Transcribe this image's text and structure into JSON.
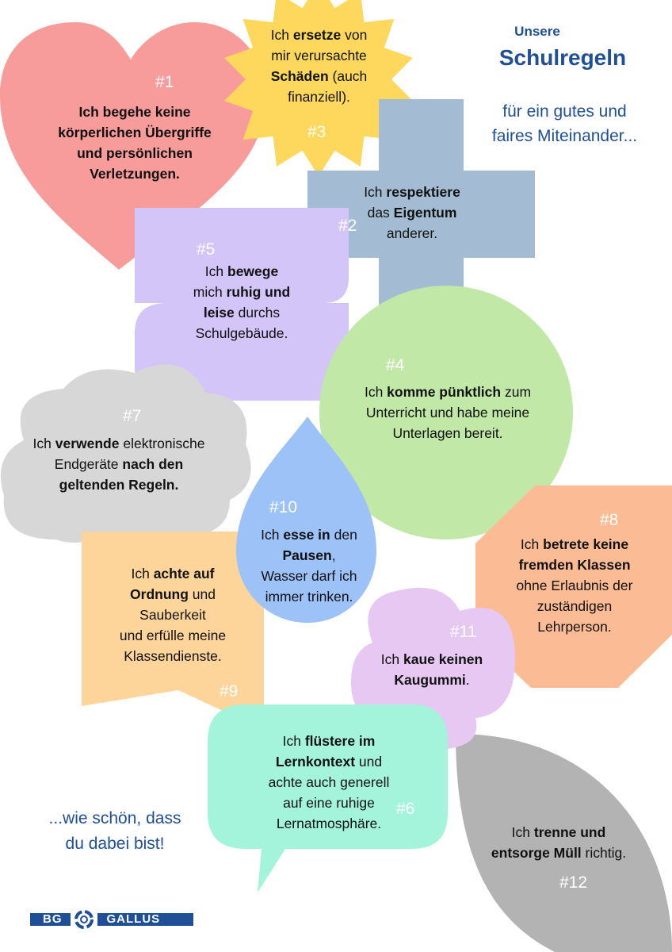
{
  "header": {
    "title_small": "Unsere",
    "title_big": "Schulregeln",
    "subtitle_lines": [
      "für ein gutes und",
      "faires Miteinander..."
    ]
  },
  "footer": {
    "lines": [
      "...wie schön, dass",
      "du dabei bist!"
    ],
    "logo_left": "BG",
    "logo_right": "GALLUS"
  },
  "colors": {
    "brand_blue": "#1f4f96"
  },
  "rules": [
    {
      "id": "1",
      "number": "#1",
      "shape": "heart",
      "color": "#f79b9b",
      "lines": [
        [
          {
            "t": "Ich begehe keine",
            "b": true
          }
        ],
        [
          {
            "t": "körperlichen Übergriffe",
            "b": true
          }
        ],
        [
          {
            "t": "und persönlichen",
            "b": true
          }
        ],
        [
          {
            "t": "Verletzungen.",
            "b": true
          }
        ]
      ]
    },
    {
      "id": "2",
      "number": "#2",
      "shape": "cross",
      "color": "#a3bcd3",
      "lines": [
        [
          {
            "t": "Ich ",
            "b": false
          },
          {
            "t": "respektiere",
            "b": true
          }
        ],
        [
          {
            "t": "das ",
            "b": false
          },
          {
            "t": "Eigentum",
            "b": true
          }
        ],
        [
          {
            "t": "anderer.",
            "b": false
          }
        ]
      ]
    },
    {
      "id": "3",
      "number": "#3",
      "shape": "sun",
      "color": "#fdd85d",
      "lines": [
        [
          {
            "t": "Ich ",
            "b": false
          },
          {
            "t": "ersetze",
            "b": true
          },
          {
            "t": " von",
            "b": false
          }
        ],
        [
          {
            "t": "mir verursachte",
            "b": false
          }
        ],
        [
          {
            "t": "Schäden",
            "b": true
          },
          {
            "t": " (auch",
            "b": false
          }
        ],
        [
          {
            "t": "finanziell).",
            "b": false
          }
        ]
      ]
    },
    {
      "id": "4",
      "number": "#4",
      "shape": "circle",
      "color": "#c1e8a6",
      "lines": [
        [
          {
            "t": "Ich ",
            "b": false
          },
          {
            "t": "komme pünktlich",
            "b": true
          },
          {
            "t": " zum",
            "b": false
          }
        ],
        [
          {
            "t": "Unterricht und habe meine",
            "b": false
          }
        ],
        [
          {
            "t": "Unterlagen bereit.",
            "b": false
          }
        ]
      ]
    },
    {
      "id": "5",
      "number": "#5",
      "shape": "blocks",
      "color": "#d4c5f9",
      "lines": [
        [
          {
            "t": "Ich ",
            "b": false
          },
          {
            "t": "bewege",
            "b": true
          }
        ],
        [
          {
            "t": "mich ",
            "b": false
          },
          {
            "t": "ruhig und",
            "b": true
          }
        ],
        [
          {
            "t": "leise",
            "b": true
          },
          {
            "t": " durchs",
            "b": false
          }
        ],
        [
          {
            "t": "Schulgebäude.",
            "b": false
          }
        ]
      ]
    },
    {
      "id": "6",
      "number": "#6",
      "shape": "speech-bubble",
      "color": "#a3f4da",
      "lines": [
        [
          {
            "t": "Ich ",
            "b": false
          },
          {
            "t": "flüstere im",
            "b": true
          }
        ],
        [
          {
            "t": "Lernkontext",
            "b": true
          },
          {
            "t": " und",
            "b": false
          }
        ],
        [
          {
            "t": "achte auch generell",
            "b": false
          }
        ],
        [
          {
            "t": "auf eine ruhige",
            "b": false
          }
        ],
        [
          {
            "t": "Lernatmosphäre.",
            "b": false
          }
        ]
      ]
    },
    {
      "id": "7",
      "number": "#7",
      "shape": "cloud",
      "color": "#d7d7d7",
      "lines": [
        [
          {
            "t": "Ich ",
            "b": false
          },
          {
            "t": "verwende",
            "b": true
          },
          {
            "t": " elektronische",
            "b": false
          }
        ],
        [
          {
            "t": "Endgeräte ",
            "b": false
          },
          {
            "t": "nach den",
            "b": true
          }
        ],
        [
          {
            "t": "geltenden Regeln.",
            "b": true
          }
        ]
      ]
    },
    {
      "id": "8",
      "number": "#8",
      "shape": "octagon",
      "color": "#fbbc95",
      "lines": [
        [
          {
            "t": "Ich ",
            "b": false
          },
          {
            "t": "betrete keine",
            "b": true
          }
        ],
        [
          {
            "t": "fremden Klassen",
            "b": true
          }
        ],
        [
          {
            "t": "ohne Erlaubnis der",
            "b": false
          }
        ],
        [
          {
            "t": "zuständigen",
            "b": false
          }
        ],
        [
          {
            "t": "Lehrperson.",
            "b": false
          }
        ]
      ]
    },
    {
      "id": "9",
      "number": "#9",
      "shape": "banner",
      "color": "#fdd59a",
      "lines": [
        [
          {
            "t": "Ich ",
            "b": false
          },
          {
            "t": "achte auf",
            "b": true
          }
        ],
        [
          {
            "t": "Ordnung",
            "b": true
          },
          {
            "t": " und",
            "b": false
          }
        ],
        [
          {
            "t": "Sauberkeit",
            "b": false
          }
        ],
        [
          {
            "t": "und erfülle meine",
            "b": false
          }
        ],
        [
          {
            "t": "Klassendienste.",
            "b": false
          }
        ]
      ]
    },
    {
      "id": "10",
      "number": "#10",
      "shape": "drop",
      "color": "#9cc2f7",
      "lines": [
        [
          {
            "t": "Ich ",
            "b": false
          },
          {
            "t": "esse in",
            "b": true
          },
          {
            "t": " den",
            "b": false
          }
        ],
        [
          {
            "t": "Pausen",
            "b": true
          },
          {
            "t": ",",
            "b": false
          }
        ],
        [
          {
            "t": "Wasser darf ich",
            "b": false
          }
        ],
        [
          {
            "t": "immer trinken.",
            "b": false
          }
        ]
      ]
    },
    {
      "id": "11",
      "number": "#11",
      "shape": "blob",
      "color": "#e7c8f2",
      "lines": [
        [
          {
            "t": "Ich ",
            "b": false
          },
          {
            "t": "kaue keinen",
            "b": true
          }
        ],
        [
          {
            "t": "Kaugummi",
            "b": true
          },
          {
            "t": ".",
            "b": false
          }
        ]
      ]
    },
    {
      "id": "12",
      "number": "#12",
      "shape": "leaf",
      "color": "#b3b3b3",
      "lines": [
        [
          {
            "t": "Ich ",
            "b": false
          },
          {
            "t": "trenne und",
            "b": true
          }
        ],
        [
          {
            "t": "entsorge Müll",
            "b": true
          },
          {
            "t": " richtig.",
            "b": false
          }
        ]
      ]
    }
  ]
}
